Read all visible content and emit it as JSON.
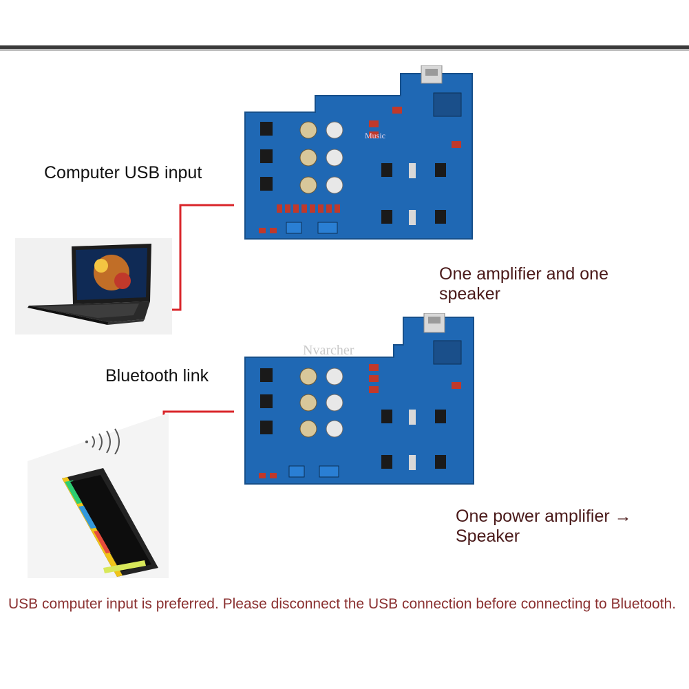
{
  "labels": {
    "usb_input": "Computer USB input",
    "bluetooth_link": "Bluetooth link",
    "one_amp_one_speaker": "One amplifier and one speaker",
    "power_amp_speaker": "One power amplifier → Speaker"
  },
  "pcb_markings": {
    "board1_watermark": "Music",
    "board2_watermark": "Nvarcher"
  },
  "note": "USB computer input is preferred. Please disconnect the USB connection before connecting to Bluetooth.",
  "colors": {
    "pcb_blue": "#1f68b4",
    "wire_red": "#d9252a",
    "note_text": "#8a3030"
  },
  "icons": [
    "laptop-icon",
    "smartphone-icon",
    "wireless-signal-icon",
    "usb-port-icon"
  ]
}
